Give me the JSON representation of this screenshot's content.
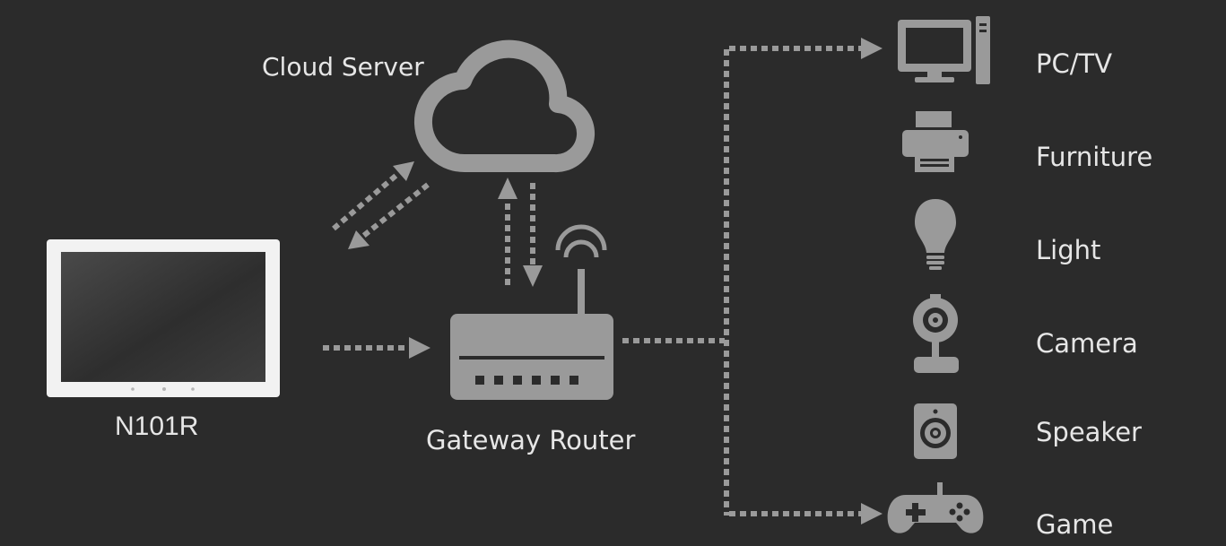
{
  "colors": {
    "background": "#2b2b2b",
    "icon": "#9a9a9a",
    "text": "#e6e6e6",
    "tablet_bezel": "#f2f2f2"
  },
  "nodes": {
    "cloud_label": "Cloud Server",
    "device_label": "N101R",
    "router_label": "Gateway Router"
  },
  "devices": [
    {
      "label": "PC/TV",
      "icon": "monitor-icon"
    },
    {
      "label": "Furniture",
      "icon": "printer-icon"
    },
    {
      "label": "Light",
      "icon": "light-bulb-icon"
    },
    {
      "label": "Camera",
      "icon": "webcam-icon"
    },
    {
      "label": "Speaker",
      "icon": "speaker-icon"
    },
    {
      "label": "Game",
      "icon": "gamepad-icon"
    }
  ]
}
